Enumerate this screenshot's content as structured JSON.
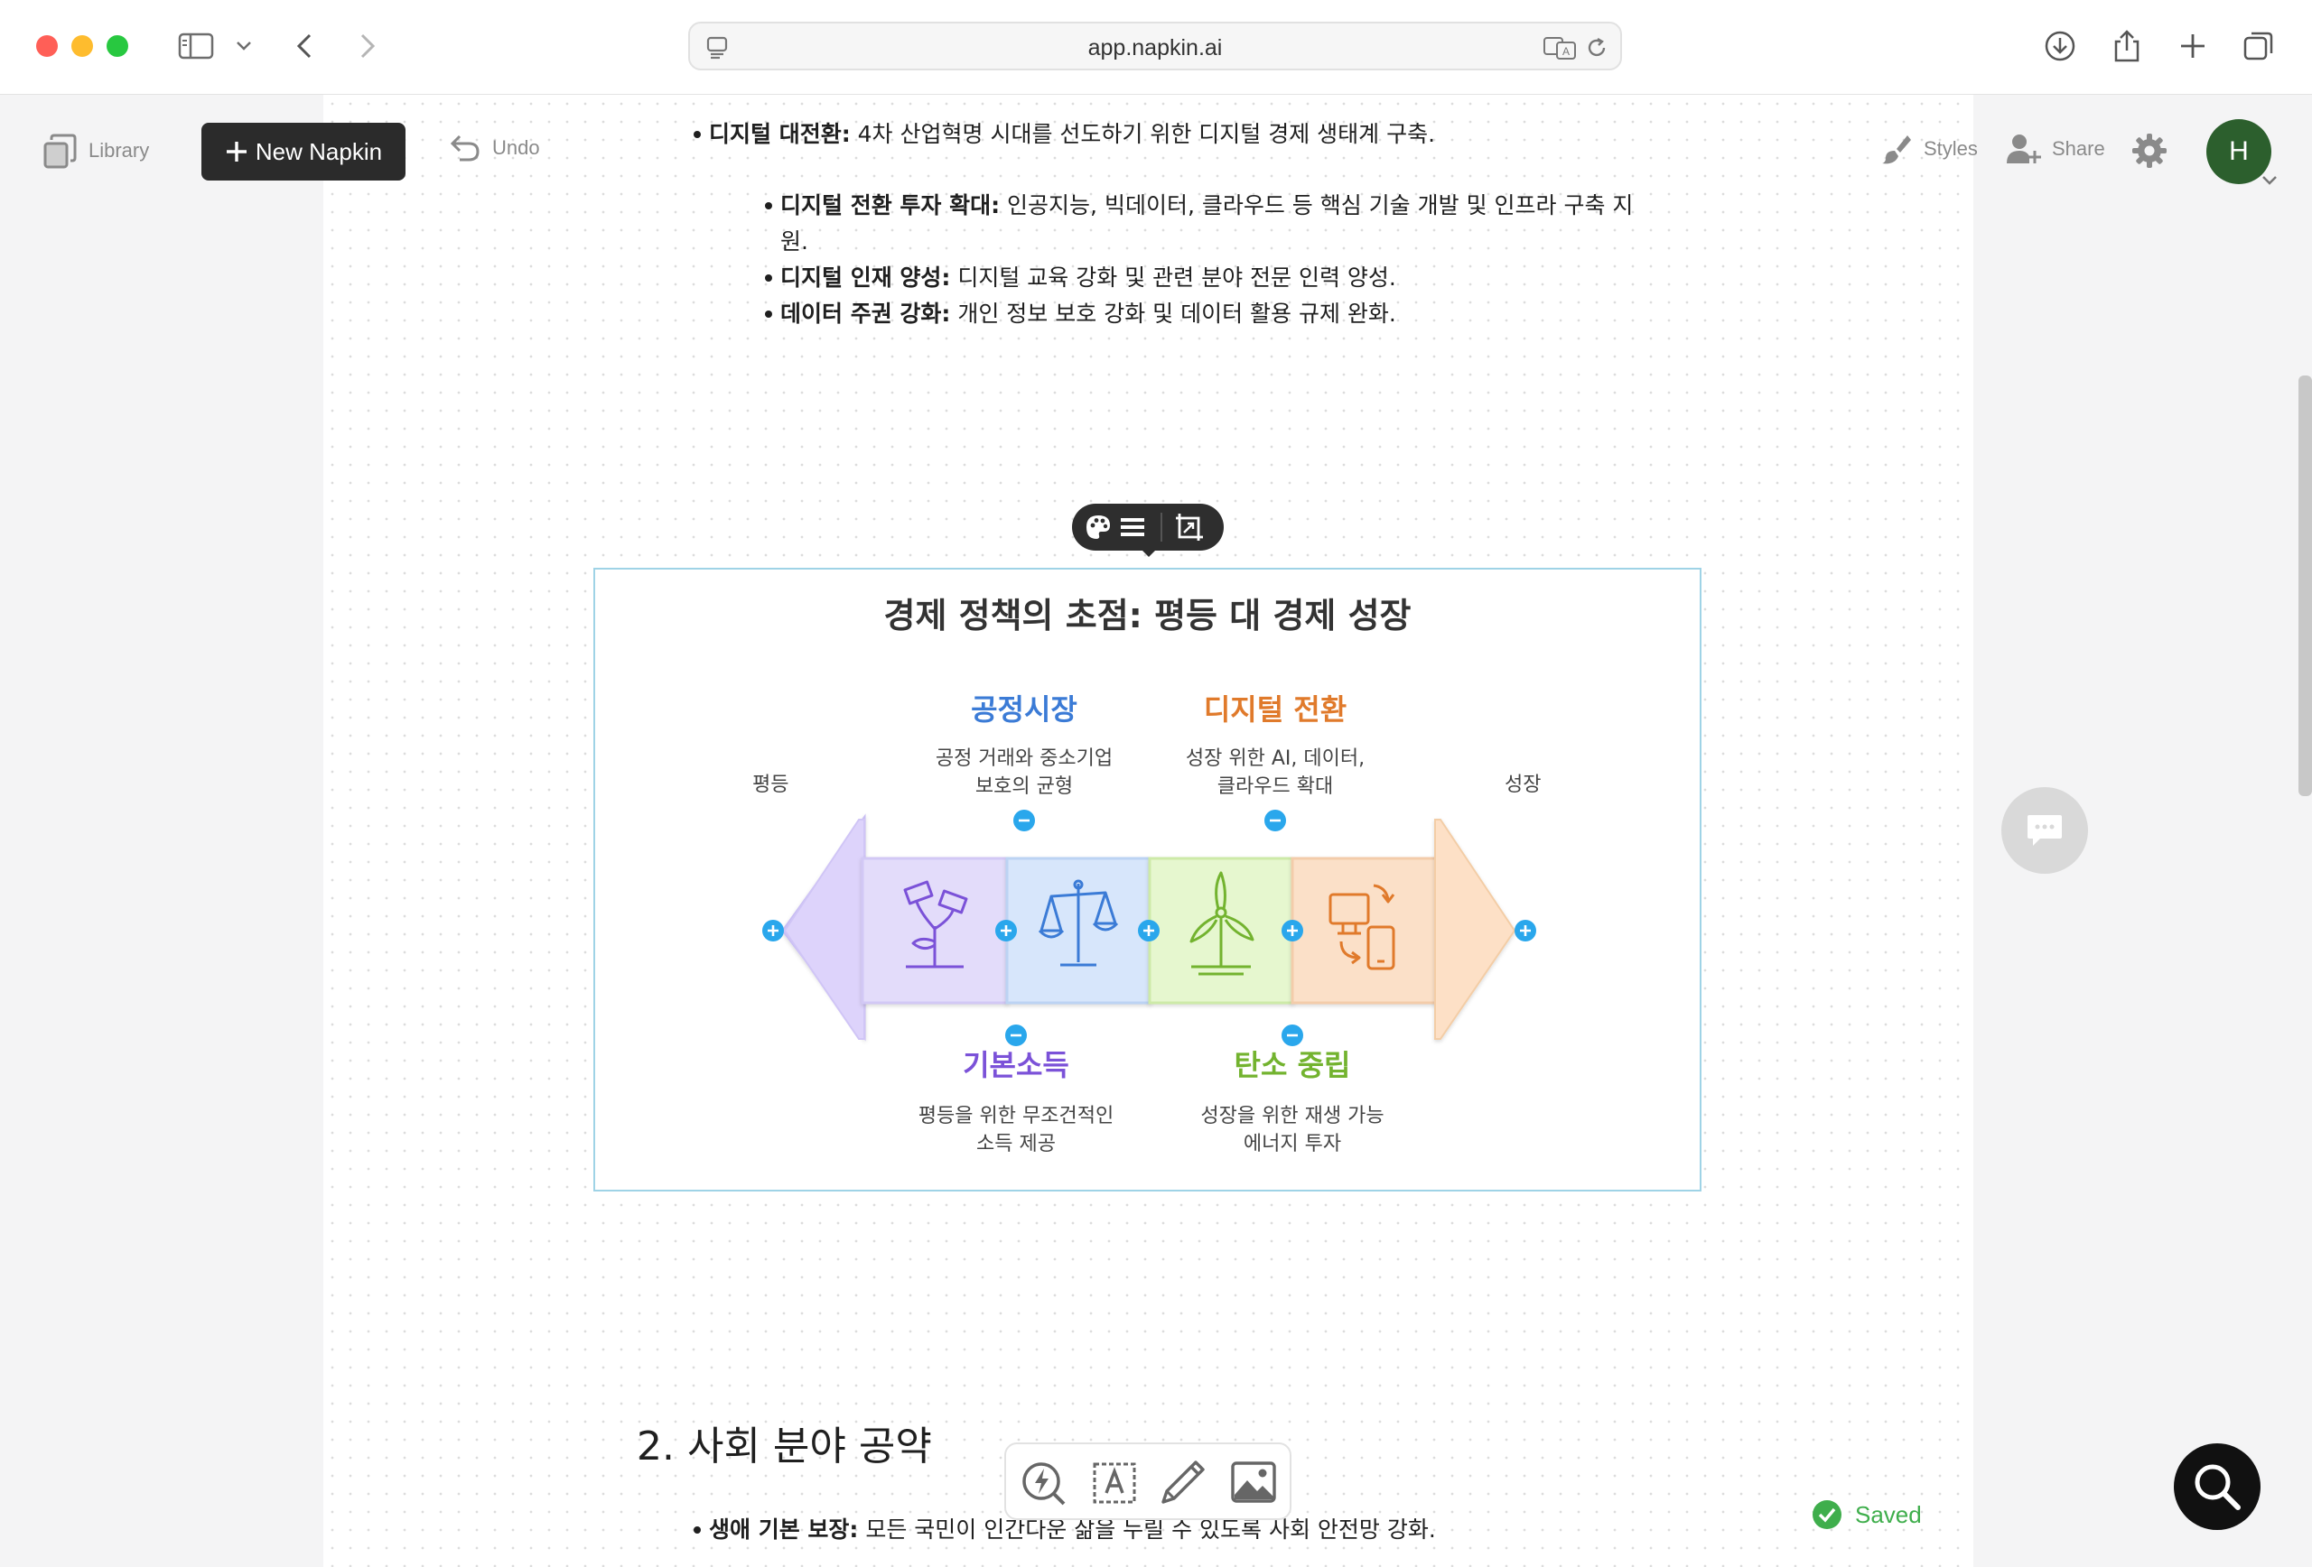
{
  "browser": {
    "url": "app.napkin.ai"
  },
  "toolbar": {
    "library": "Library",
    "new_napkin": "New Napkin",
    "undo": "Undo",
    "styles": "Styles",
    "share": "Share",
    "avatar_initial": "H"
  },
  "doc": {
    "item1": {
      "bold": "디지털 대전환:",
      "text": " 4차 산업혁명 시대를 선도하기 위한 디지털 경제 생태계 구축."
    },
    "sub1": {
      "bold": "디지털 전환 투자 확대:",
      "text": " 인공지능, 빅데이터, 클라우드 등 핵심 기술 개발 및 인프라 구축 지",
      "cont": "원."
    },
    "sub2": {
      "bold": "디지털 인재 양성:",
      "text": " 디지털 교육 강화 및 관련 분야 전문 인력 양성."
    },
    "sub3": {
      "bold": "데이터 주권 강화:",
      "text": " 개인 정보 보호 강화 및 데이터 활용 규제 완화."
    },
    "section2_title": "2. 사회 분야 공약",
    "item2": {
      "bold": "생애 기본 보장:",
      "text": " 모든 국민이 인간다운 삶을 누릴 수 있도록 사회 안전망 강화."
    }
  },
  "visual": {
    "title": "경제 정책의 초점: 평등 대 경제 성장",
    "left_end": "평등",
    "right_end": "성장",
    "items": [
      {
        "label": "기본소득",
        "desc1": "평등을 위한 무조건적인",
        "desc2": "소득 제공",
        "color": "#7b52d8",
        "fill": "#e3dcfa",
        "icon": "money-plant-icon"
      },
      {
        "label": "공정시장",
        "desc1": "공정 거래와 중소기업",
        "desc2": "보호의 균형",
        "color": "#3b7bd6",
        "fill": "#d7e6fb",
        "icon": "scale-icon"
      },
      {
        "label": "탄소 중립",
        "desc1": "성장을 위한 재생 가능",
        "desc2": "에너지 투자",
        "color": "#73b32f",
        "fill": "#e6f7cf",
        "icon": "wind-turbine-icon"
      },
      {
        "label": "디지털 전환",
        "desc1": "성장 위한 AI, 데이터,",
        "desc2": "클라우드 확대",
        "color": "#e07a2b",
        "fill": "#fbe0c8",
        "icon": "device-sync-icon"
      }
    ],
    "left_arrow_fill": "#ddd3fb",
    "right_arrow_fill": "#fde0c6"
  },
  "status": {
    "saved": "Saved"
  }
}
